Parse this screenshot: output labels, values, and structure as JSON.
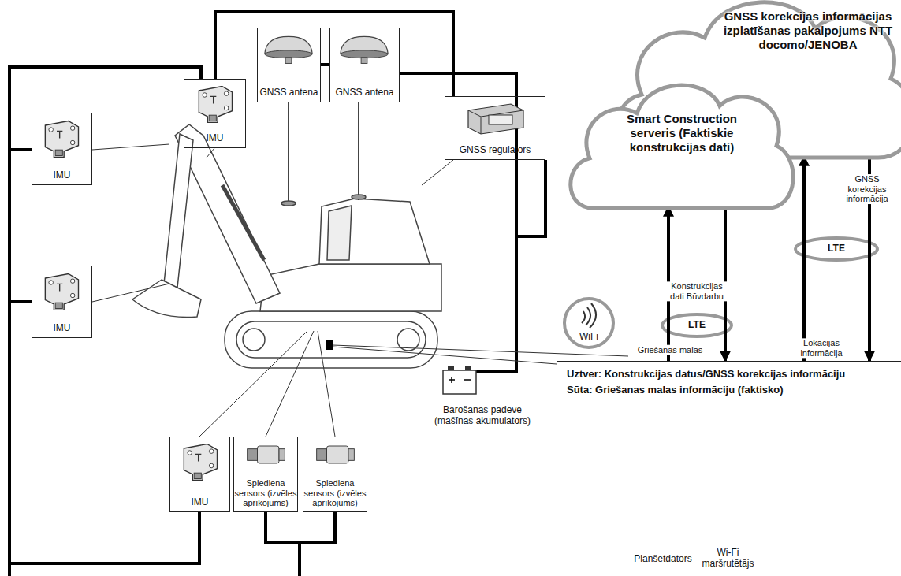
{
  "diagram": {
    "nodes": [
      {
        "text": [
          "IMU"
        ]
      },
      {
        "text": [
          "GNSS antena"
        ]
      },
      {
        "text": [
          "GNSS antena"
        ]
      },
      {
        "text": [
          "IMU"
        ]
      },
      {
        "text": [
          "GNSS regulators"
        ]
      },
      {
        "text": [
          "IMU"
        ]
      },
      {
        "text": [
          "IMU"
        ]
      },
      {
        "text": [
          "Spiediena sensors (izvēles aprīkojums)"
        ]
      },
      {
        "text": [
          "Spiediena sensors (izvēles aprīkojums)"
        ]
      },
      {
        "text": [
          "GNSS korekcijas informācijas izplatīšanas pakalpojums NTT docomo/JENOBA"
        ]
      },
      {
        "text": [
          "Smart Construction serveris (Faktiskie konstrukcijas dati)"
        ]
      },
      {
        "text": [
          "Uztver: Konstrukcijas datus/GNSS korekcijas informāciju",
          "Sūta: Griešanas malas informāciju (faktisko)"
        ]
      },
      {
        "text": [
          "Planšetdators"
        ],
        "in": 11
      },
      {
        "text": [
          "Wi-Fi maršrutētājs"
        ],
        "in": 11
      }
    ],
    "edges": [
      {
        "from": 11,
        "to": 10,
        "arrow": "to",
        "label": "Griešanas malas"
      },
      {
        "from": 10,
        "to": 11,
        "arrow": "to",
        "label": "Konstrukcijas dati Būvdarbu"
      },
      {
        "from": 11,
        "to": 9,
        "arrow": "to",
        "label": "Lokācijas informācija"
      },
      {
        "from": 9,
        "to": 11,
        "arrow": "to",
        "label": "GNSS korekcijas informācija"
      }
    ],
    "labels": [
      "Barošanas padeve (mašīnas akumulators)",
      "WiFi",
      "LTE",
      "LTE"
    ]
  }
}
